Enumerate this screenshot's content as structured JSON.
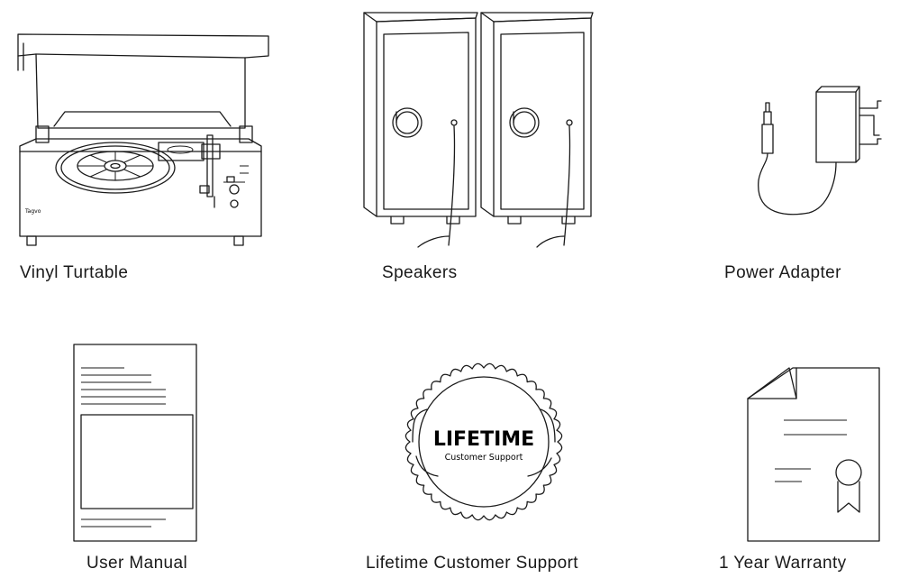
{
  "items": [
    {
      "id": "turntable",
      "label": "Vinyl Turtable"
    },
    {
      "id": "speakers",
      "label": "Speakers"
    },
    {
      "id": "adapter",
      "label": "Power Adapter"
    },
    {
      "id": "manual",
      "label": "User Manual"
    },
    {
      "id": "support",
      "label": "Lifetime Customer Support"
    },
    {
      "id": "warranty",
      "label": "1 Year Warranty"
    }
  ],
  "badge": {
    "title": "LIFETIME",
    "subtitle": "Customer Support"
  },
  "brand_mark": "Tagvo",
  "icons": [
    "turntable-icon",
    "speakers-icon",
    "power-adapter-icon",
    "user-manual-icon",
    "lifetime-badge-icon",
    "warranty-certificate-icon"
  ]
}
